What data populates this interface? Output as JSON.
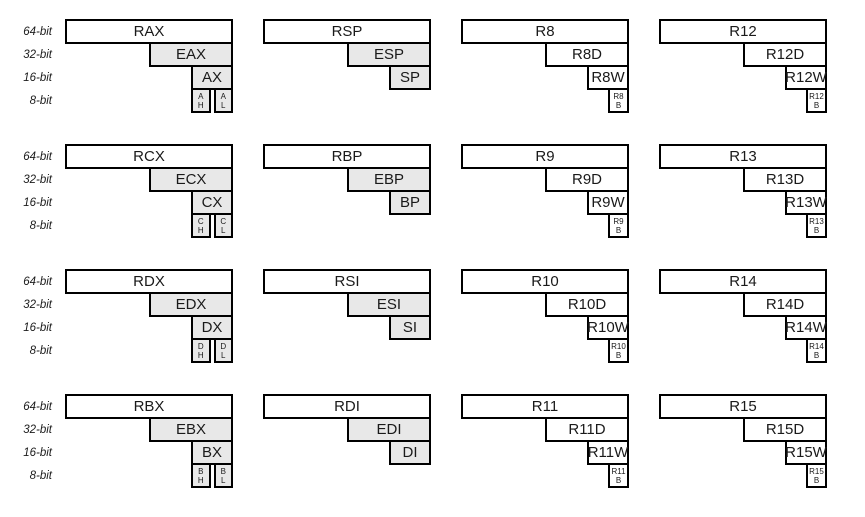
{
  "row_labels": [
    "64-bit",
    "32-bit",
    "16-bit",
    "8-bit"
  ],
  "colors": {
    "box_fill": "#ffffff",
    "shaded_fill": "#e8e8e8",
    "border": "#000000",
    "text": "#1a1a1a"
  },
  "groups": [
    [
      {
        "r64": "RAX",
        "r32": "EAX",
        "r16": "AX",
        "r8_high": [
          "A",
          "H"
        ],
        "r8_low": [
          "A",
          "L"
        ],
        "shaded": true
      },
      {
        "r64": "RSP",
        "r32": "ESP",
        "r16": "SP",
        "shaded": true
      },
      {
        "r64": "R8",
        "r32": "R8D",
        "r16": "R8W",
        "r8_byte": [
          "R8",
          "B"
        ],
        "shaded": false
      },
      {
        "r64": "R12",
        "r32": "R12D",
        "r16": "R12W",
        "r8_byte": [
          "R12",
          "B"
        ],
        "shaded": false
      }
    ],
    [
      {
        "r64": "RCX",
        "r32": "ECX",
        "r16": "CX",
        "r8_high": [
          "C",
          "H"
        ],
        "r8_low": [
          "C",
          "L"
        ],
        "shaded": true
      },
      {
        "r64": "RBP",
        "r32": "EBP",
        "r16": "BP",
        "shaded": true
      },
      {
        "r64": "R9",
        "r32": "R9D",
        "r16": "R9W",
        "r8_byte": [
          "R9",
          "B"
        ],
        "shaded": false
      },
      {
        "r64": "R13",
        "r32": "R13D",
        "r16": "R13W",
        "r8_byte": [
          "R13",
          "B"
        ],
        "shaded": false
      }
    ],
    [
      {
        "r64": "RDX",
        "r32": "EDX",
        "r16": "DX",
        "r8_high": [
          "D",
          "H"
        ],
        "r8_low": [
          "D",
          "L"
        ],
        "shaded": true
      },
      {
        "r64": "RSI",
        "r32": "ESI",
        "r16": "SI",
        "shaded": true
      },
      {
        "r64": "R10",
        "r32": "R10D",
        "r16": "R10W",
        "r8_byte": [
          "R10",
          "B"
        ],
        "shaded": false
      },
      {
        "r64": "R14",
        "r32": "R14D",
        "r16": "R14W",
        "r8_byte": [
          "R14",
          "B"
        ],
        "shaded": false
      }
    ],
    [
      {
        "r64": "RBX",
        "r32": "EBX",
        "r16": "BX",
        "r8_high": [
          "B",
          "H"
        ],
        "r8_low": [
          "B",
          "L"
        ],
        "shaded": true
      },
      {
        "r64": "RDI",
        "r32": "EDI",
        "r16": "DI",
        "shaded": true
      },
      {
        "r64": "R11",
        "r32": "R11D",
        "r16": "R11W",
        "r8_byte": [
          "R11",
          "B"
        ],
        "shaded": false
      },
      {
        "r64": "R15",
        "r32": "R15D",
        "r16": "R15W",
        "r8_byte": [
          "R15",
          "B"
        ],
        "shaded": false
      }
    ]
  ]
}
